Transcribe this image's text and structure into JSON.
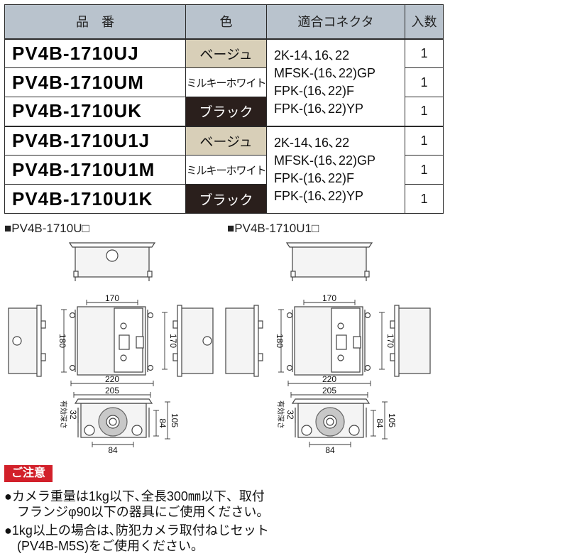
{
  "table": {
    "headers": {
      "part_number": "品　番",
      "color": "色",
      "connector": "適合コネクタ",
      "quantity": "入数"
    },
    "groups": [
      {
        "connector_lines": [
          "2K-14､16､22",
          "MFSK-(16､22)GP",
          "FPK-(16､22)F",
          "FPK-(16､22)YP"
        ],
        "rows": [
          {
            "part_number": "PV4B-1710UJ",
            "color": "ベージュ",
            "color_key": "beige",
            "quantity": "1"
          },
          {
            "part_number": "PV4B-1710UM",
            "color": "ミルキーホワイト",
            "color_key": "milky",
            "quantity": "1"
          },
          {
            "part_number": "PV4B-1710UK",
            "color": "ブラック",
            "color_key": "black",
            "quantity": "1"
          }
        ]
      },
      {
        "connector_lines": [
          "2K-14､16､22",
          "MFSK-(16､22)GP",
          "FPK-(16､22)F",
          "FPK-(16､22)YP"
        ],
        "rows": [
          {
            "part_number": "PV4B-1710U1J",
            "color": "ベージュ",
            "color_key": "beige",
            "quantity": "1"
          },
          {
            "part_number": "PV4B-1710U1M",
            "color": "ミルキーホワイト",
            "color_key": "milky",
            "quantity": "1"
          },
          {
            "part_number": "PV4B-1710U1K",
            "color": "ブラック",
            "color_key": "black",
            "quantity": "1"
          }
        ]
      }
    ],
    "colors": {
      "header_bg": "#b9c3cd",
      "beige": "#d8cfb8",
      "milky": "#ffffff",
      "black": "#2a1f1c"
    }
  },
  "drawings": [
    {
      "title": "■PV4B-1710U□",
      "dims": {
        "top_width": "170",
        "side_height": "180",
        "inner_height": "170",
        "outer_width": "220",
        "inner_width": "205",
        "bottom_width": "84",
        "depth_84": "84",
        "depth_105": "105",
        "effective_depth_label": "有効深さ",
        "effective_depth": "32"
      },
      "has_top_knockout": true
    },
    {
      "title": "■PV4B-1710U1□",
      "dims": {
        "top_width": "170",
        "side_height": "180",
        "inner_height": "170",
        "outer_width": "220",
        "inner_width": "205",
        "bottom_width": "84",
        "depth_84": "84",
        "depth_105": "105",
        "effective_depth_label": "有効深さ",
        "effective_depth": "32"
      },
      "has_top_knockout": false
    }
  ],
  "notes": {
    "heading": "ご注意",
    "heading_color": "#d2202a",
    "items": [
      {
        "lines": [
          "●カメラ重量は1kg以下､全長300㎜以下、取付",
          "　フランジφ90以下の器具にご使用ください。"
        ]
      },
      {
        "lines": [
          "●1kg以上の場合は､防犯カメラ取付ねじセット",
          "　(PV4B-M5S)をご使用ください。"
        ]
      }
    ]
  }
}
